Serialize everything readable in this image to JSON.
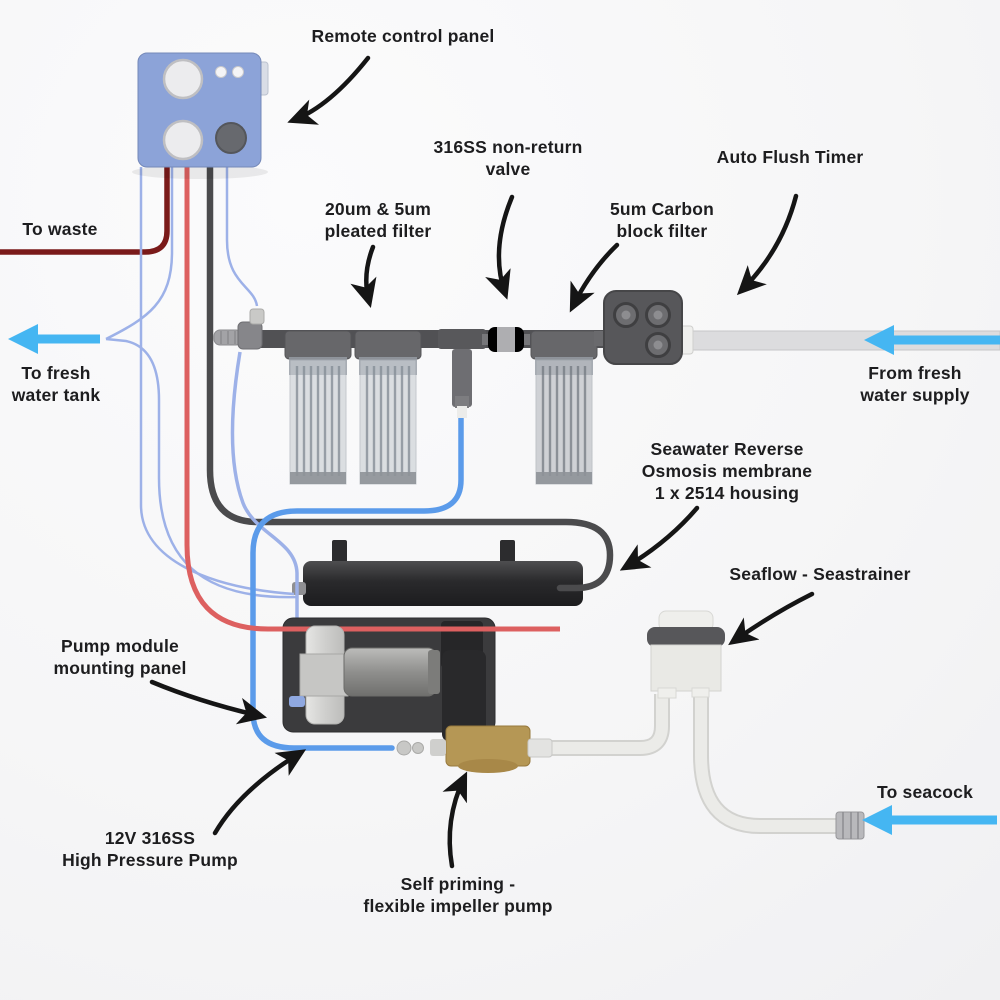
{
  "labels": {
    "remote": {
      "l1": "Remote control panel"
    },
    "waste": {
      "l1": "To waste"
    },
    "pleated": {
      "l1": "20um & 5um",
      "l2": "pleated filter"
    },
    "nonreturn": {
      "l1": "316SS non-return",
      "l2": "valve"
    },
    "carbon": {
      "l1": "5um Carbon",
      "l2": "block filter"
    },
    "timer": {
      "l1": "Auto Flush Timer"
    },
    "tank": {
      "l1": "To fresh",
      "l2": "water tank"
    },
    "supply": {
      "l1": "From fresh",
      "l2": "water supply"
    },
    "membrane": {
      "l1": "Seawater Reverse",
      "l2": "Osmosis membrane",
      "l3": "1 x 2514 housing"
    },
    "strainer": {
      "l1": "Seaflow - Seastrainer"
    },
    "pumpmodule": {
      "l1": "Pump module",
      "l2": "mounting panel"
    },
    "hppump": {
      "l1": "12V 316SS",
      "l2": "High Pressure Pump"
    },
    "impeller": {
      "l1": "Self priming -",
      "l2": "flexible impeller pump"
    },
    "seacock": {
      "l1": "To seacock"
    }
  },
  "colors": {
    "flow_arrow": "#45b6f2",
    "panel_blue": "#8ca3d8",
    "waste_line": "#7a1a1a",
    "power_wire": "#dd6060",
    "pressure_hose": "#4b4b4d",
    "feed_tube": "#5b9bea",
    "sense_tube": "#9db1e8",
    "label_text": "#1d1d1f",
    "annotation_arrow": "#151515"
  }
}
